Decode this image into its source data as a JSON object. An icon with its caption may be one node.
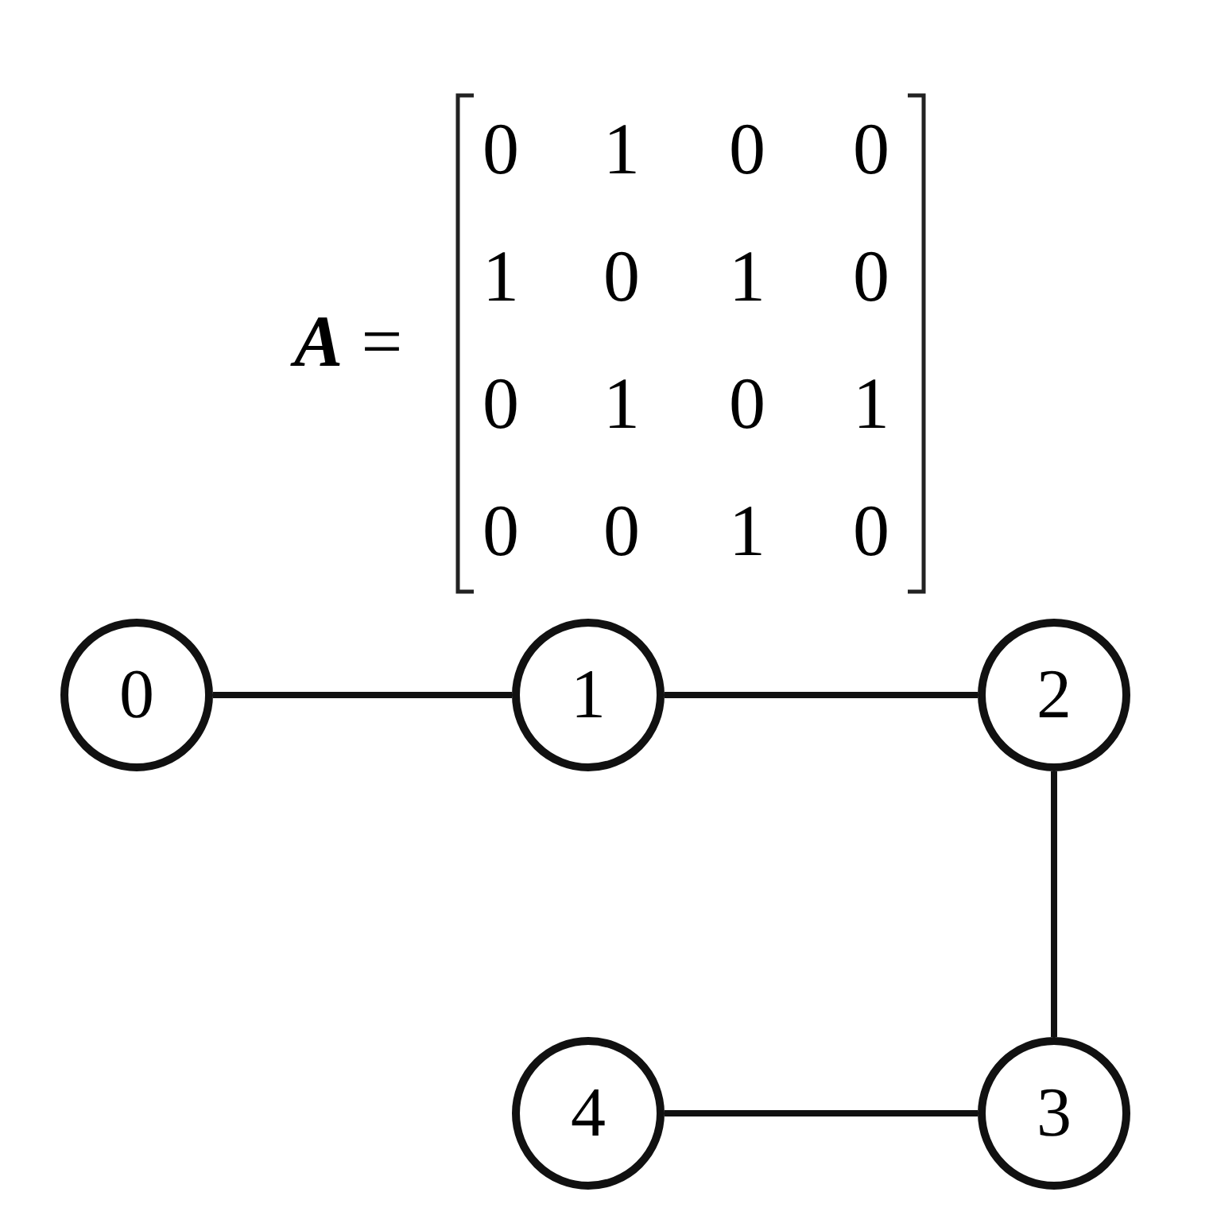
{
  "diagram": {
    "nodes": [
      {
        "text": [
          "0"
        ]
      },
      {
        "text": [
          "1"
        ]
      },
      {
        "text": [
          "2"
        ]
      },
      {
        "text": [
          "3"
        ]
      },
      {
        "text": [
          "4"
        ]
      }
    ],
    "edges": [
      {
        "from": 0,
        "to": 1,
        "arrow": "none"
      },
      {
        "from": 1,
        "to": 2,
        "arrow": "none"
      },
      {
        "from": 2,
        "to": 3,
        "arrow": "none"
      },
      {
        "from": 4,
        "to": 3,
        "arrow": "none"
      }
    ],
    "labels": [
      "**A** =",
      "0",
      "1",
      "0",
      "0",
      "1",
      "0",
      "1",
      "0",
      "0",
      "1",
      "0",
      "1",
      "0",
      "0",
      "1",
      "0"
    ]
  }
}
